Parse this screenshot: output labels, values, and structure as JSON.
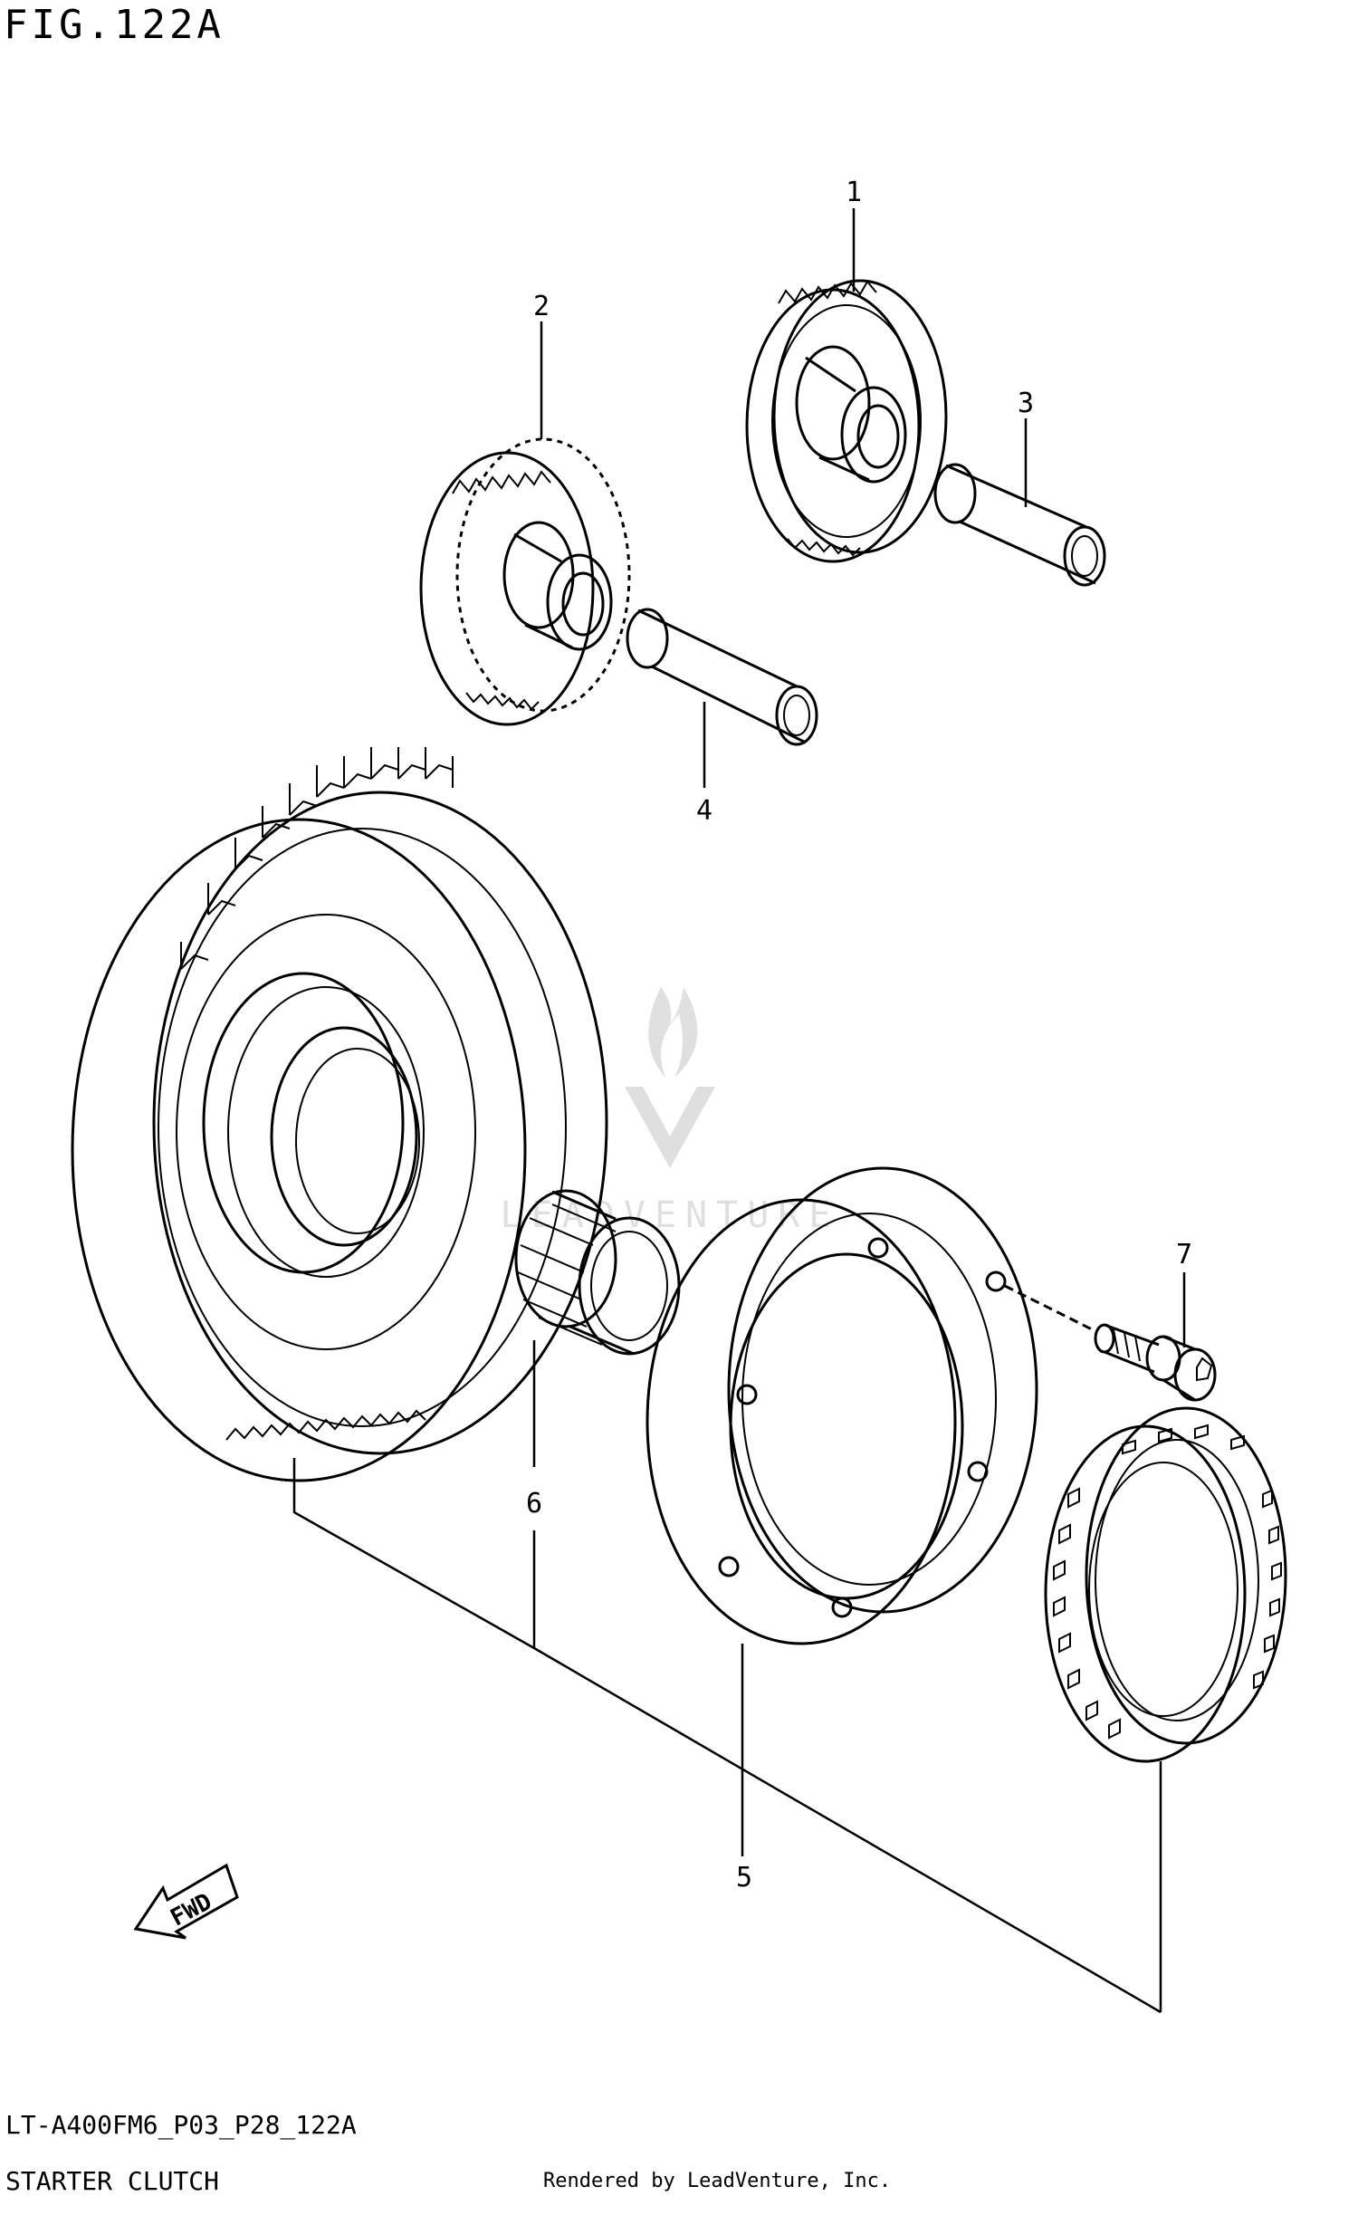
{
  "figure_title": "FIG.122A",
  "drawing_code": "LT-A400FM6_P03_P28_122A",
  "section_name": "STARTER CLUTCH",
  "render_credit": "Rendered by LeadVenture, Inc.",
  "watermark_text": "LEADVENTURE",
  "fwd_label": "FWD",
  "callouts": [
    {
      "id": "1",
      "label": "1"
    },
    {
      "id": "2",
      "label": "2"
    },
    {
      "id": "3",
      "label": "3"
    },
    {
      "id": "4",
      "label": "4"
    },
    {
      "id": "5",
      "label": "5"
    },
    {
      "id": "6",
      "label": "6"
    },
    {
      "id": "7",
      "label": "7"
    }
  ]
}
